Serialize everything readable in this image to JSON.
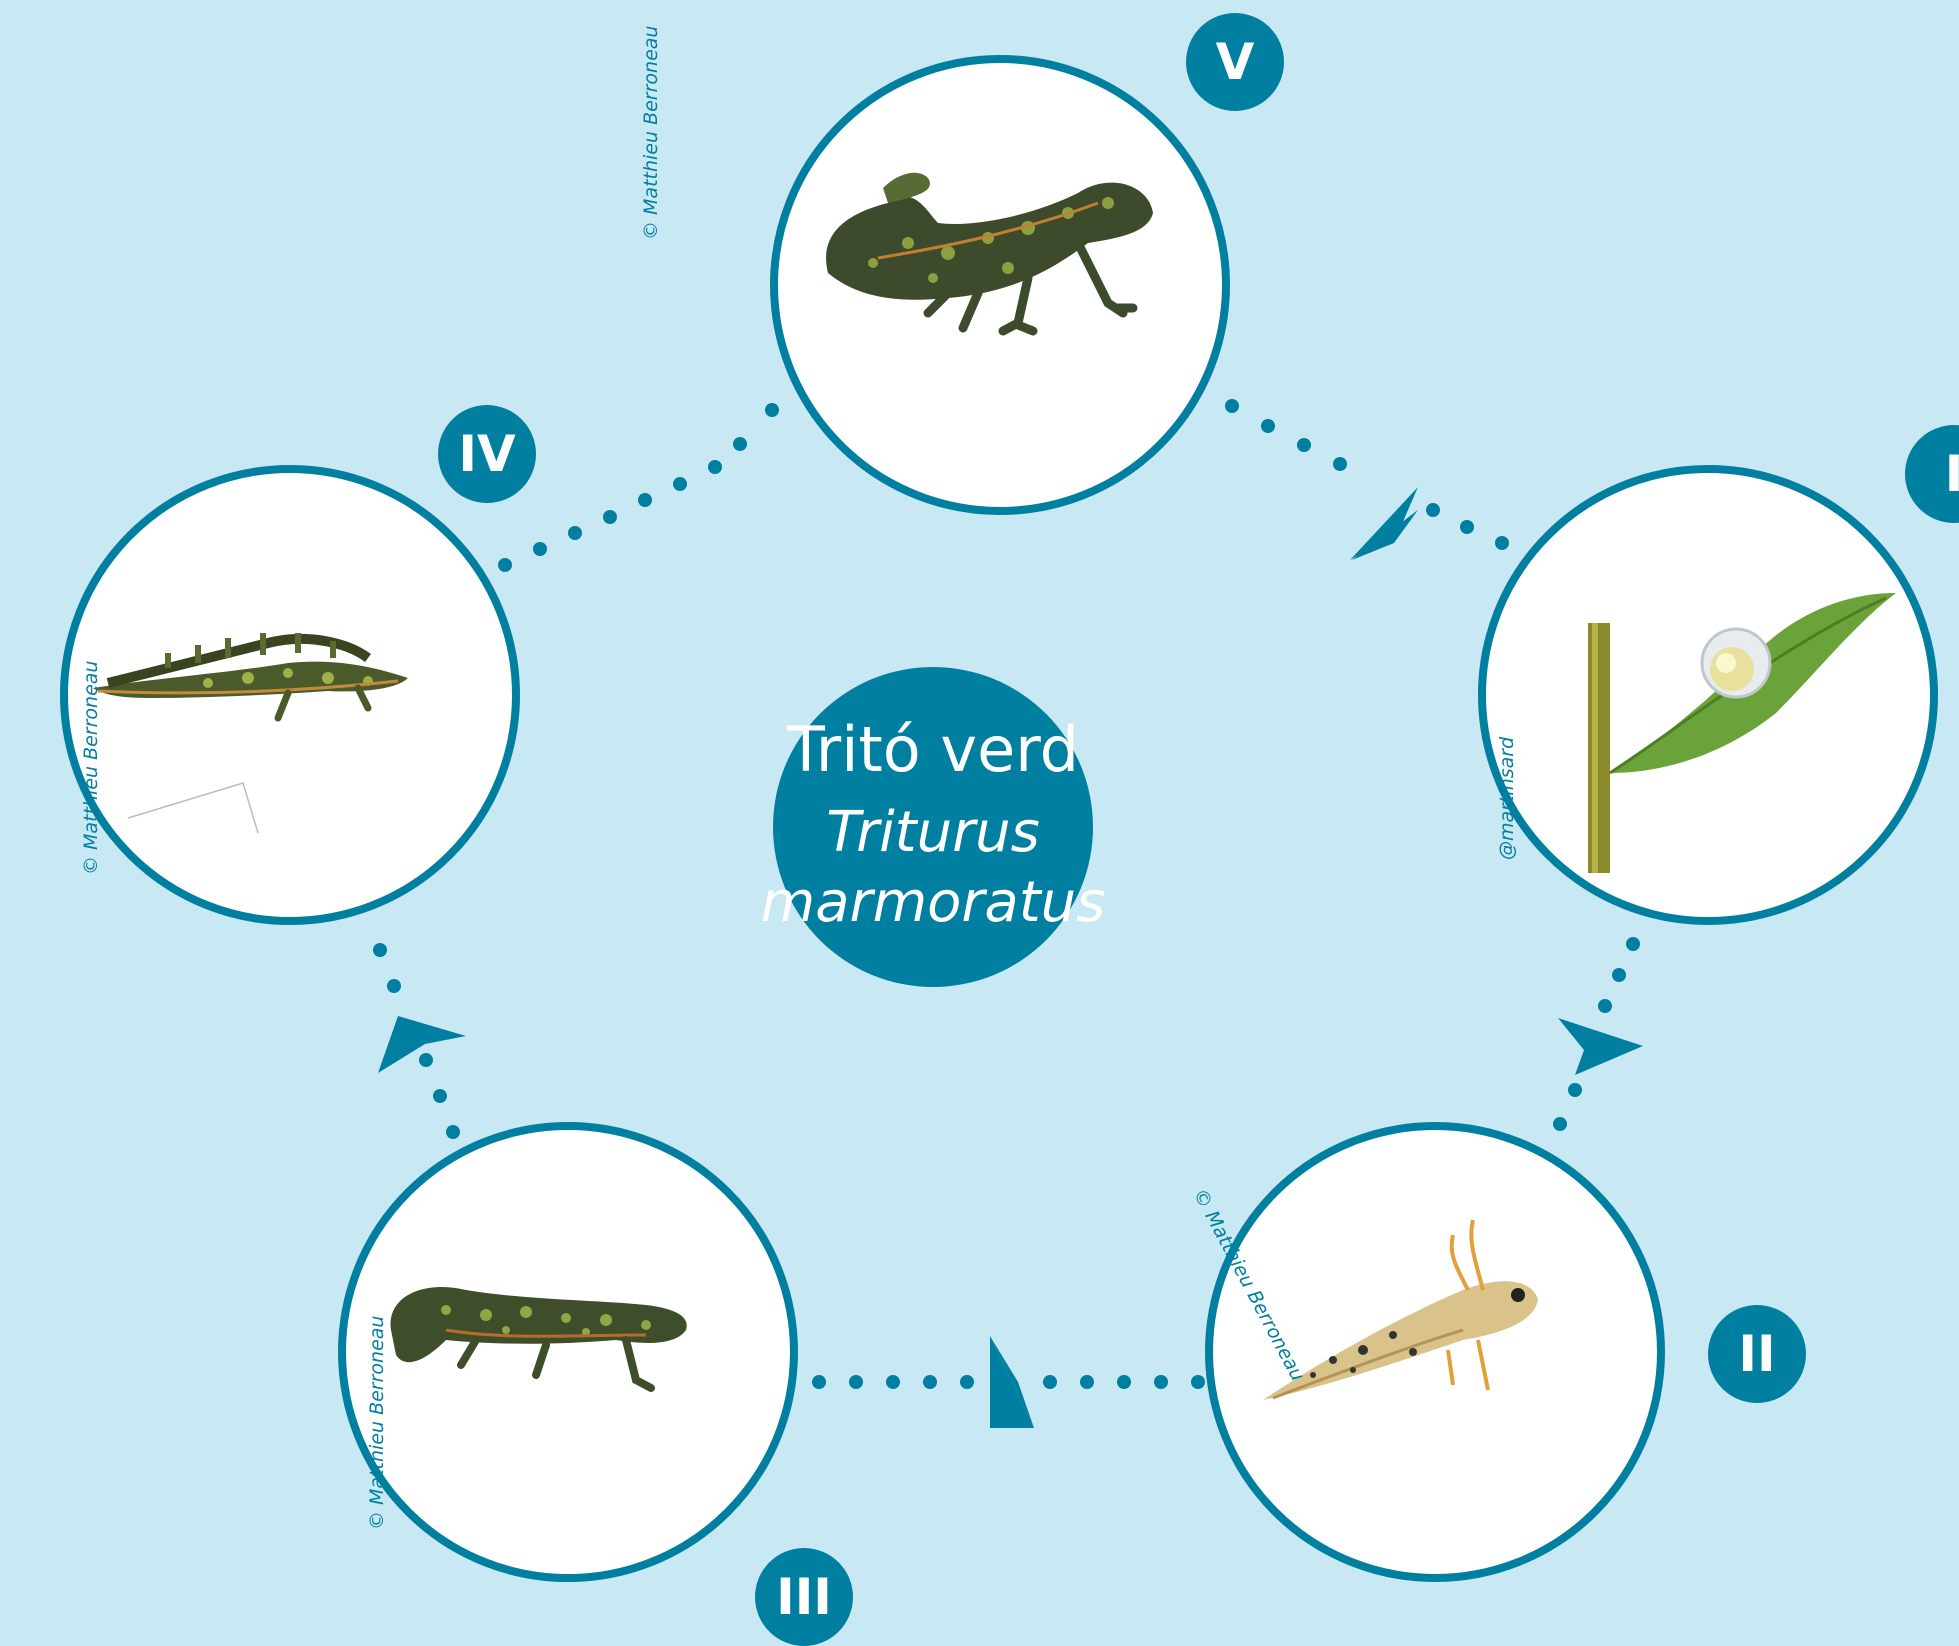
{
  "title": "Tritó verd",
  "scientific_name_line1": "Triturus",
  "scientific_name_line2": "marmoratus",
  "stages": [
    {
      "numeral": "I",
      "subject": "egg-on-leaf",
      "credit": "@martinsard"
    },
    {
      "numeral": "II",
      "subject": "larva",
      "credit": "© Matthieu Berroneau"
    },
    {
      "numeral": "III",
      "subject": "juvenile-newt",
      "credit": "© Matthieu Berroneau"
    },
    {
      "numeral": "IV",
      "subject": "aquatic-adult-newt",
      "credit": "© Matthieu Berroneau"
    },
    {
      "numeral": "V",
      "subject": "terrestrial-adult-newt",
      "credit": "© Matthieu Berroneau"
    }
  ],
  "colors": {
    "background": "#c8e8f3",
    "accent": "#007fa0",
    "circle_fill": "#ffffff"
  },
  "cycle_direction": "clockwise"
}
